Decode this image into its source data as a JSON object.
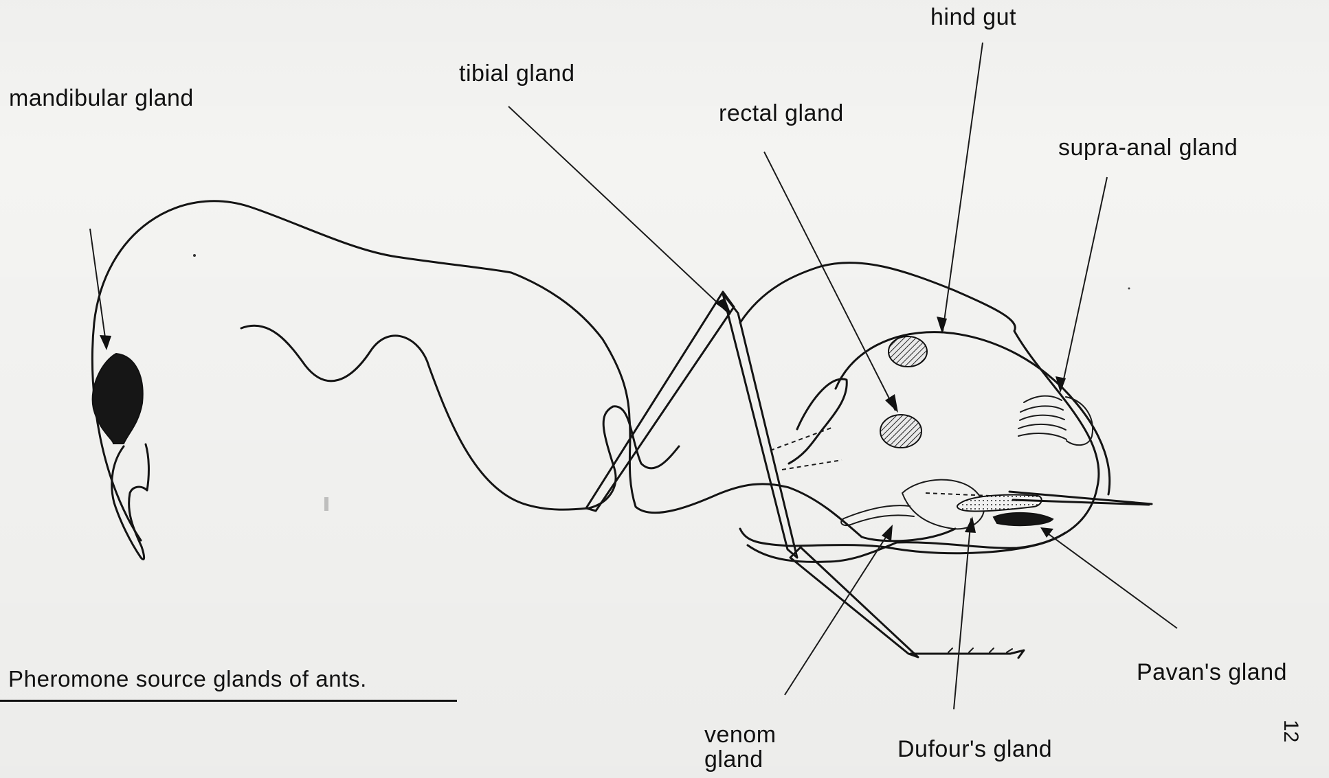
{
  "figure": {
    "caption": "Pheromone source glands of ants.",
    "page_number": "12",
    "labels": {
      "hind_gut": "hind gut",
      "tibial_gland": "tibial gland",
      "mandibular_gland": "mandibular gland",
      "rectal_gland": "rectal gland",
      "supra_anal_gland": "supra-anal gland",
      "pavans_gland": "Pavan's gland",
      "venom_gland": "venom\ngland",
      "dufours_gland": "Dufour's gland"
    }
  },
  "colors": {
    "paper": "#f4f4f2",
    "ink": "#141414"
  }
}
